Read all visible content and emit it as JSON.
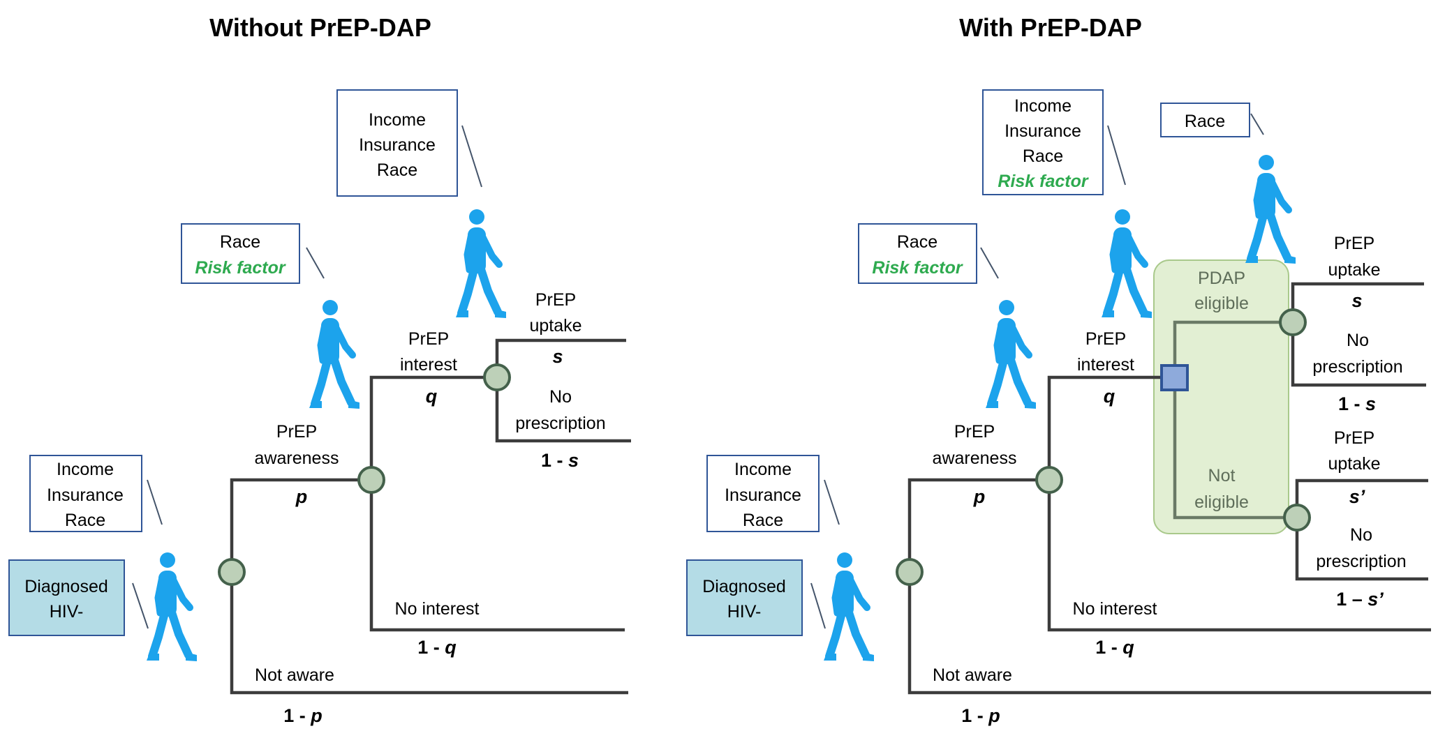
{
  "colors": {
    "person": "#1ca3ec",
    "risk_factor": "#2eaa4f",
    "chance_node": "#bdd0b8",
    "decision_node": "#8eaadb",
    "hiv_box": "#b4dce6",
    "pdap_region": "#e2efd3"
  },
  "icons": {
    "person": "walking-person-icon"
  },
  "panels": {
    "left": {
      "title": "Without PrEP-DAP",
      "diagnosed": [
        "Diagnosed",
        "HIV-"
      ],
      "box_income_low": [
        "Income",
        "Insurance",
        "Race"
      ],
      "box_race_risk": [
        "Race",
        "Risk factor"
      ],
      "box_income_top": [
        "Income",
        "Insurance",
        "Race"
      ],
      "awareness": [
        "PrEP",
        "awareness"
      ],
      "p": "p",
      "not_aware": "Not aware",
      "one_minus_p": [
        "1 - ",
        "p"
      ],
      "interest": [
        "PrEP",
        "interest"
      ],
      "q": "q",
      "no_interest": "No interest",
      "one_minus_q": [
        "1 - ",
        "q"
      ],
      "uptake": [
        "PrEP",
        "uptake"
      ],
      "s": "s",
      "no_prescription": [
        "No",
        "prescription"
      ],
      "one_minus_s": [
        "1 - ",
        "s"
      ]
    },
    "right": {
      "title": "With PrEP-DAP",
      "diagnosed": [
        "Diagnosed",
        "HIV-"
      ],
      "box_income_low": [
        "Income",
        "Insurance",
        "Race"
      ],
      "box_race_risk": [
        "Race",
        "Risk factor"
      ],
      "box_income_top": [
        "Income",
        "Insurance",
        "Race",
        "Risk factor"
      ],
      "box_race": "Race",
      "awareness": [
        "PrEP",
        "awareness"
      ],
      "p": "p",
      "not_aware": "Not aware",
      "one_minus_p": [
        "1 - ",
        "p"
      ],
      "interest": [
        "PrEP",
        "interest"
      ],
      "q": "q",
      "no_interest": "No interest",
      "one_minus_q": [
        "1 - ",
        "q"
      ],
      "pdap_eligible": [
        "PDAP",
        "eligible"
      ],
      "not_eligible": [
        "Not",
        "eligible"
      ],
      "uptake": [
        "PrEP",
        "uptake"
      ],
      "s": "s",
      "no_prescription": [
        "No",
        "prescription"
      ],
      "one_minus_s": [
        "1 - ",
        "s"
      ],
      "uptake2": [
        "PrEP",
        "uptake"
      ],
      "s_prime": "s’",
      "no_prescription2": [
        "No",
        "prescription"
      ],
      "one_minus_s_prime": [
        "1 – ",
        "s’"
      ]
    }
  }
}
